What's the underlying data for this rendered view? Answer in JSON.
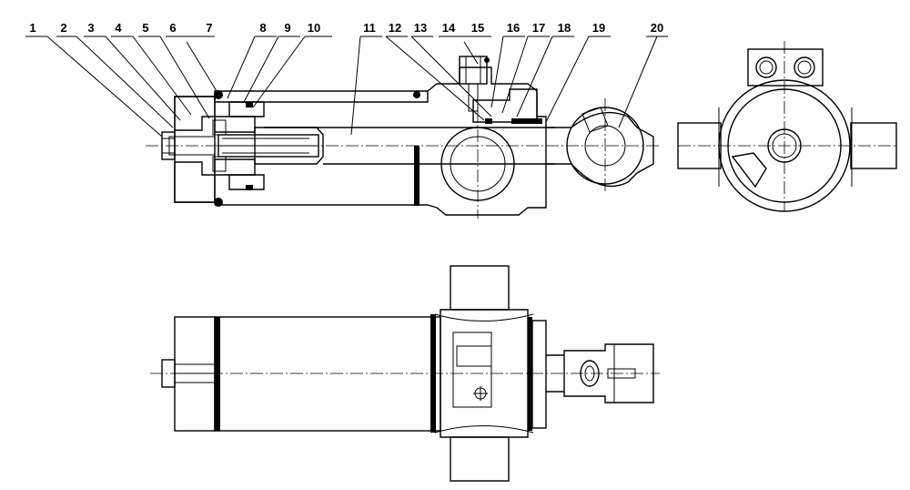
{
  "part_labels": [
    "1",
    "2",
    "3",
    "4",
    "5",
    "6",
    "7",
    "8",
    "9",
    "10",
    "11",
    "12",
    "13",
    "14",
    "15",
    "16",
    "17",
    "18",
    "19",
    "20"
  ]
}
